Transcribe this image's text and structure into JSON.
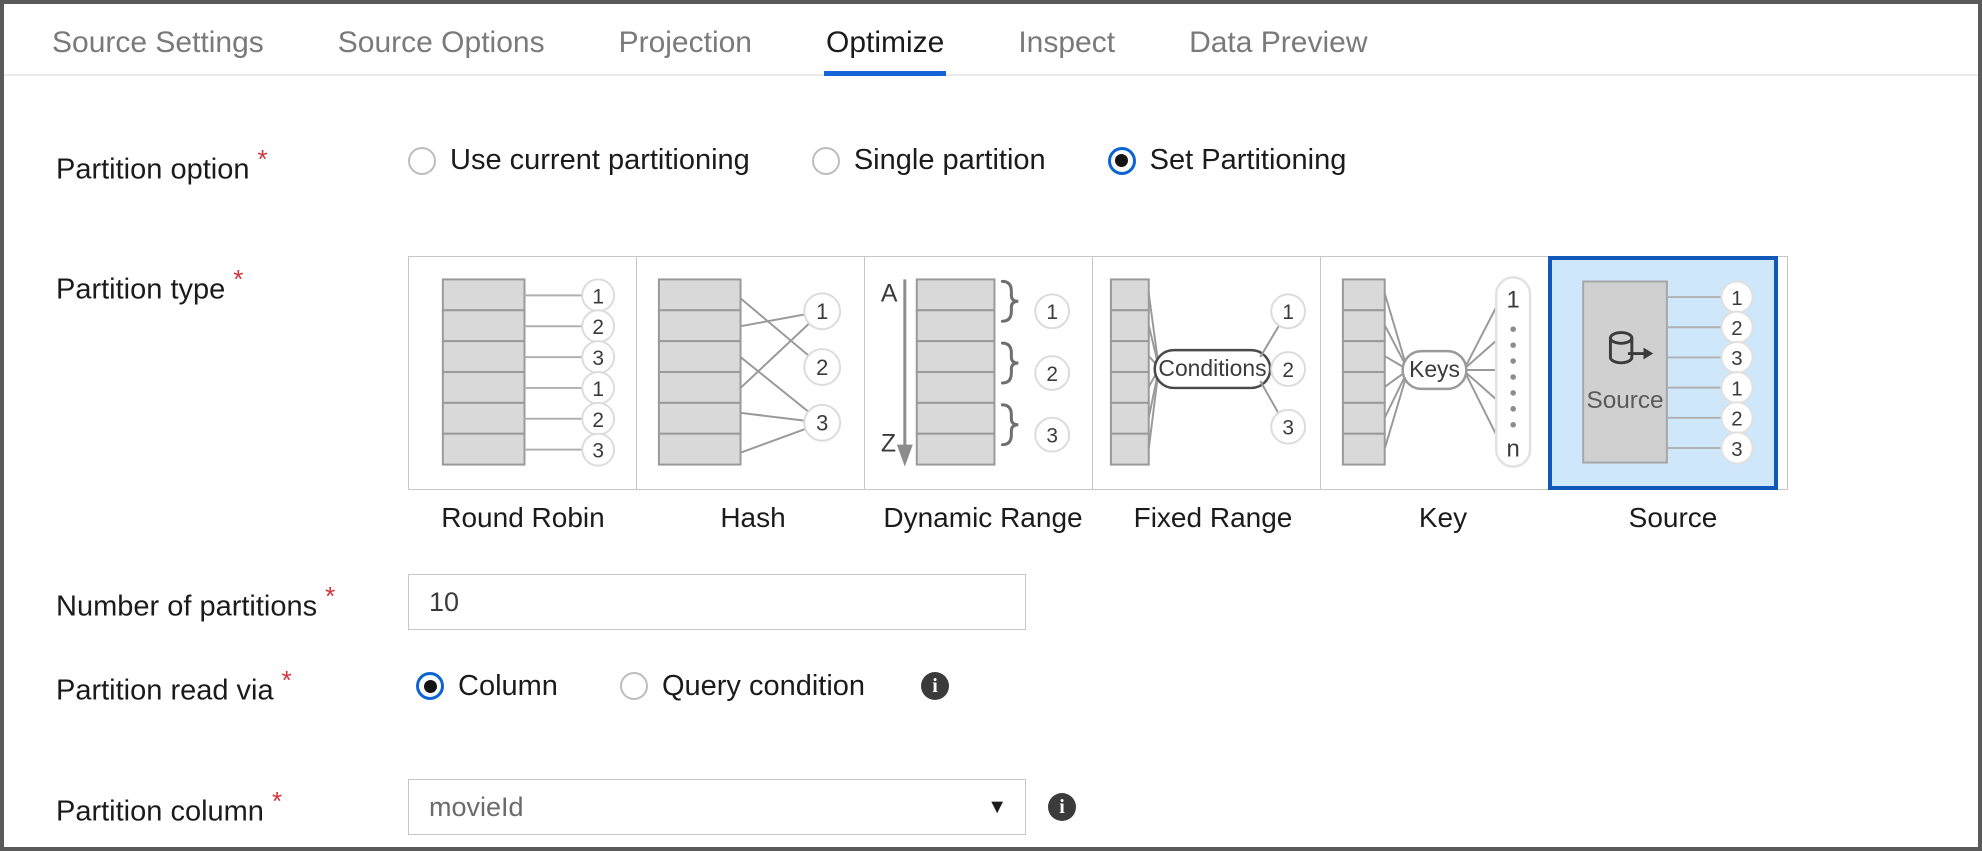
{
  "tabs": [
    {
      "label": "Source Settings",
      "active": false
    },
    {
      "label": "Source Options",
      "active": false
    },
    {
      "label": "Projection",
      "active": false
    },
    {
      "label": "Optimize",
      "active": true
    },
    {
      "label": "Inspect",
      "active": false
    },
    {
      "label": "Data Preview",
      "active": false
    }
  ],
  "partition_option": {
    "label": "Partition option",
    "required": "*",
    "options": [
      {
        "label": "Use current partitioning",
        "selected": false
      },
      {
        "label": "Single partition",
        "selected": false
      },
      {
        "label": "Set Partitioning",
        "selected": true
      }
    ]
  },
  "partition_type": {
    "label": "Partition type",
    "required": "*",
    "cards": [
      {
        "label": "Round Robin",
        "selected": false
      },
      {
        "label": "Hash",
        "selected": false
      },
      {
        "label": "Dynamic Range",
        "selected": false,
        "glyphs": {
          "start": "A",
          "end": "Z"
        },
        "buckets": [
          "1",
          "2",
          "3"
        ]
      },
      {
        "label": "Fixed Range",
        "selected": false,
        "node": "Conditions",
        "buckets": [
          "1",
          "2",
          "3"
        ]
      },
      {
        "label": "Key",
        "selected": false,
        "node": "Keys",
        "range": [
          "1",
          "n"
        ]
      },
      {
        "label": "Source",
        "selected": true,
        "node": "Source",
        "buckets": [
          "1",
          "2",
          "3",
          "1",
          "2",
          "3"
        ]
      }
    ],
    "round_robin_buckets": [
      "1",
      "2",
      "3",
      "1",
      "2",
      "3"
    ],
    "hash_buckets": [
      "1",
      "2",
      "3"
    ]
  },
  "number_of_partitions": {
    "label": "Number of partitions",
    "required": "*",
    "value": "10"
  },
  "partition_read_via": {
    "label": "Partition read via",
    "required": "*",
    "options": [
      {
        "label": "Column",
        "selected": true
      },
      {
        "label": "Query condition",
        "selected": false
      }
    ],
    "info_icon": "info-icon"
  },
  "partition_column": {
    "label": "Partition column",
    "required": "*",
    "value": "movieId",
    "caret": "▼",
    "info_icon": "info-icon"
  },
  "colors": {
    "accent": "#1565d8",
    "selected_card_bg": "#cfe7fb",
    "selected_card_border": "#1059b8",
    "required_asterisk": "#d13438",
    "diagram_fill": "#d9d9d9",
    "diagram_stroke": "#9a9a9a"
  }
}
